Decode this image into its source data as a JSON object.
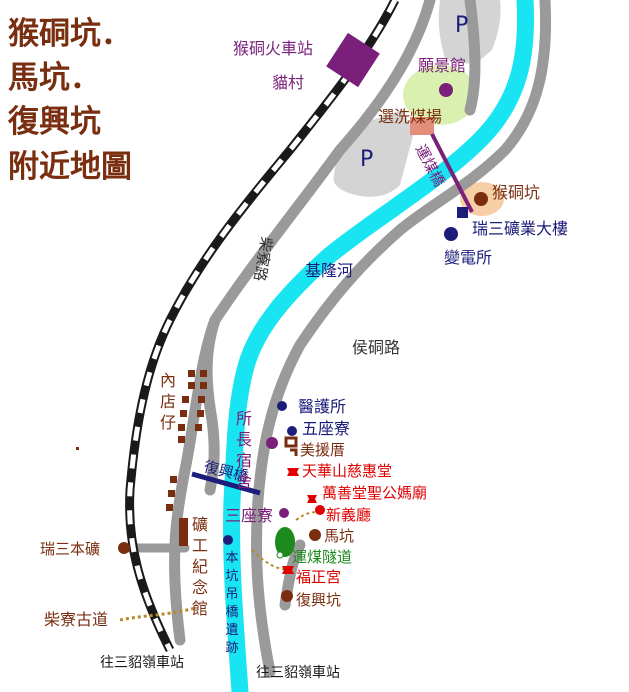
{
  "title": [
    "猴硐坑．",
    "馬坑．",
    "復興坑",
    "附近地圖"
  ],
  "colors": {
    "title": "#7a2e10",
    "river": "#19e4f2",
    "road": "#9a9a9a",
    "rail": "#1a1a1a",
    "purple": "#7a1f7a",
    "navy": "#1c1c7a",
    "brown": "#7a2e10",
    "red": "#e00000",
    "green": "#1d8a1d",
    "parking": "#d4d4d4",
    "parking_text": "#1c1c7a"
  },
  "labels": {
    "station": "猴硐火車站",
    "cat_village": "貓村",
    "wish_hall": "願景館",
    "coal_prep": "選洗煤場",
    "coal_bridge": "運煤橋",
    "houtong_mine": "猴硐坑",
    "ruisan_building": "瑞三礦業大樓",
    "substation": "變電所",
    "keelung_river": "基隆河",
    "chaiqiao_road": "柴寮路",
    "houtong_road": "侯硐路",
    "neidianzai": "內店仔",
    "clinic": "醫護所",
    "director_dorm": "所長宿舍",
    "five_dorm": "五座寮",
    "meiyuan": "美援厝",
    "cihui_hall": "天華山慈惠堂",
    "mazu_temple": "萬善堂聖公媽廟",
    "fuxing_bridge": "復興橋",
    "three_dorm": "三座寮",
    "xinyi_hall": "新義廳",
    "ma_mine": "馬坑",
    "coal_tunnel": "運煤隧道",
    "fuzheng_temple": "福正宮",
    "fuxing_mine": "復興坑",
    "ruisan_main_mine": "瑞三本礦",
    "miners_memorial": "礦工紀念館",
    "suspension_bridge": "本坑吊橋遺跡",
    "chaiqiao_trail": "柴寮古道",
    "to_sandiao_left": "往三貂嶺車站",
    "to_sandiao_right": "往三貂嶺車站",
    "parking_top": "P",
    "parking_mid": "P"
  }
}
